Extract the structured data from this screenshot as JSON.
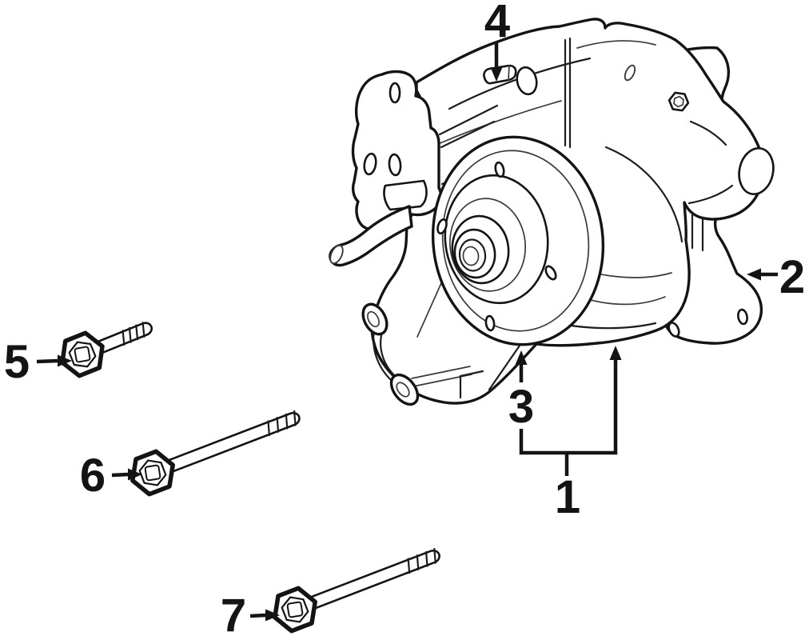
{
  "diagram": {
    "background_color": "#ffffff",
    "line_color": "#141414",
    "callouts": {
      "c1": {
        "label": "1"
      },
      "c2": {
        "label": "2"
      },
      "c3": {
        "label": "3"
      },
      "c4": {
        "label": "4"
      },
      "c5": {
        "label": "5"
      },
      "c6": {
        "label": "6"
      },
      "c7": {
        "label": "7"
      }
    }
  }
}
